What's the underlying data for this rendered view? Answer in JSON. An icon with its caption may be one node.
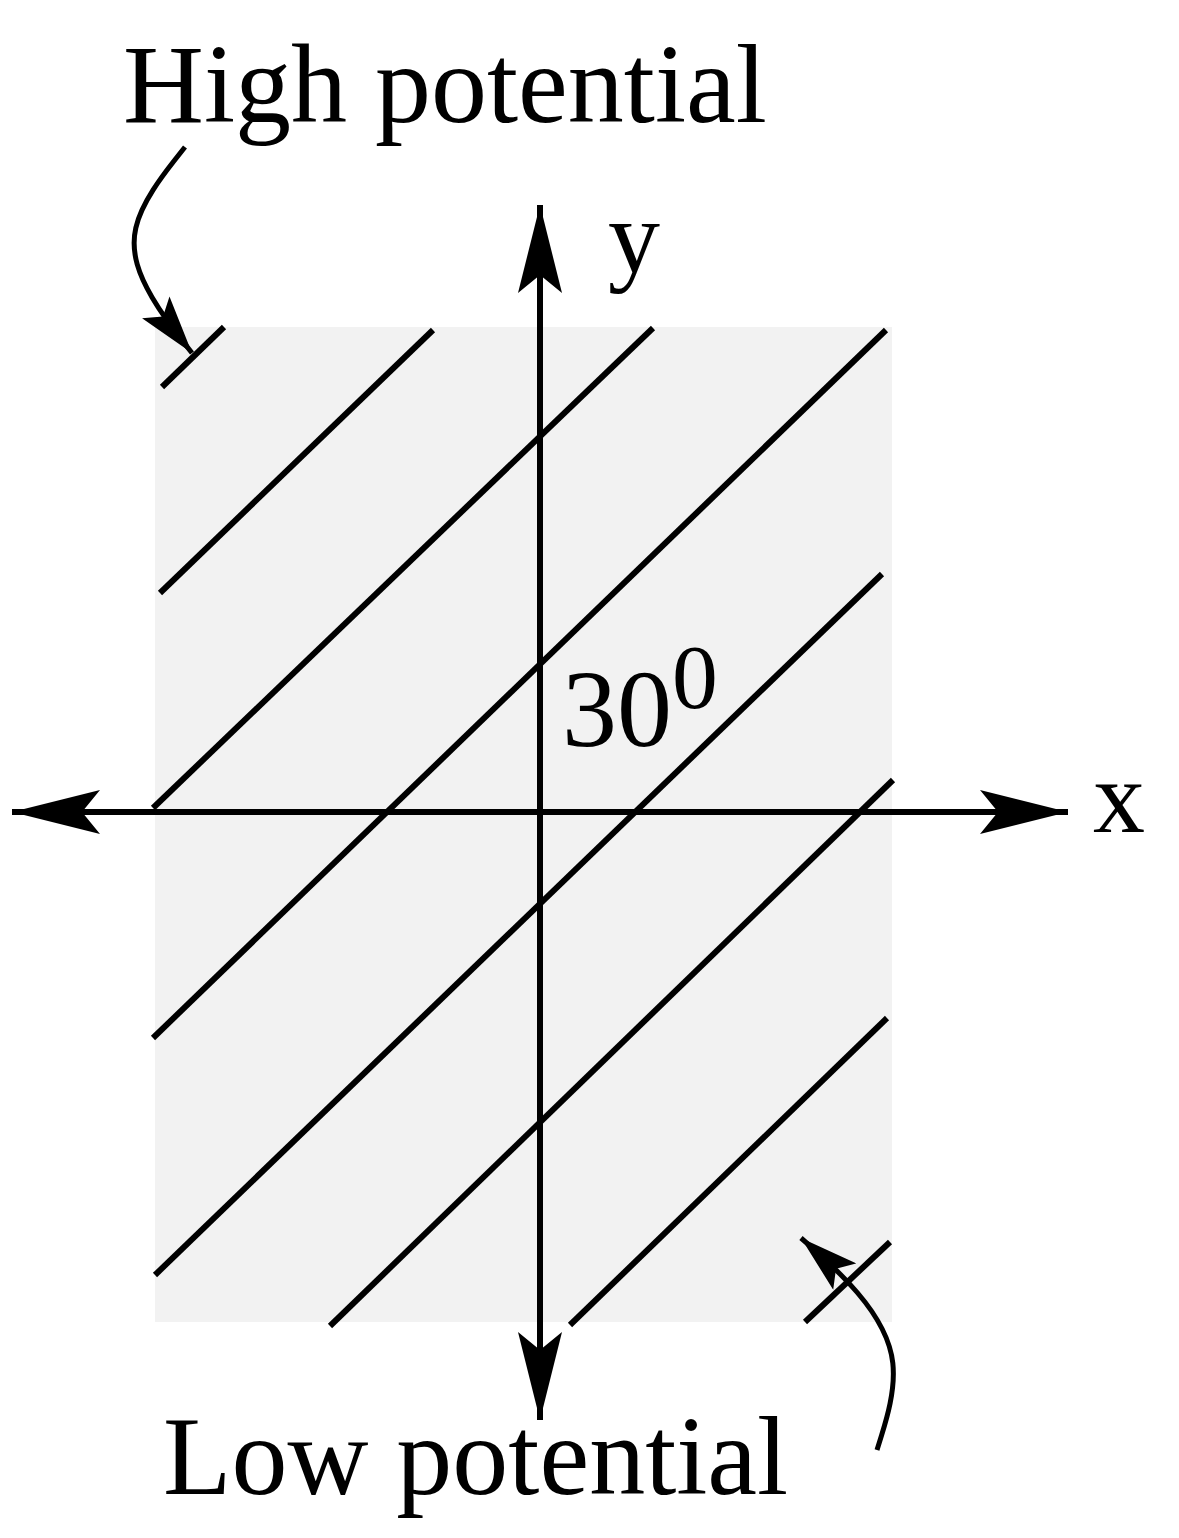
{
  "diagram": {
    "nodes": [
      {
        "text": [
          "High potential"
        ]
      },
      {
        "text": [],
        "shape": "line"
      },
      {
        "text": [
          "Low potential"
        ]
      },
      {
        "text": [],
        "shape": "line"
      }
    ],
    "edges": [
      {
        "from": 0,
        "to": 1,
        "arrow": "to"
      },
      {
        "from": 2,
        "to": 3,
        "arrow": "to"
      }
    ],
    "labels": [
      "y",
      "30$^{0}$",
      "x"
    ]
  }
}
